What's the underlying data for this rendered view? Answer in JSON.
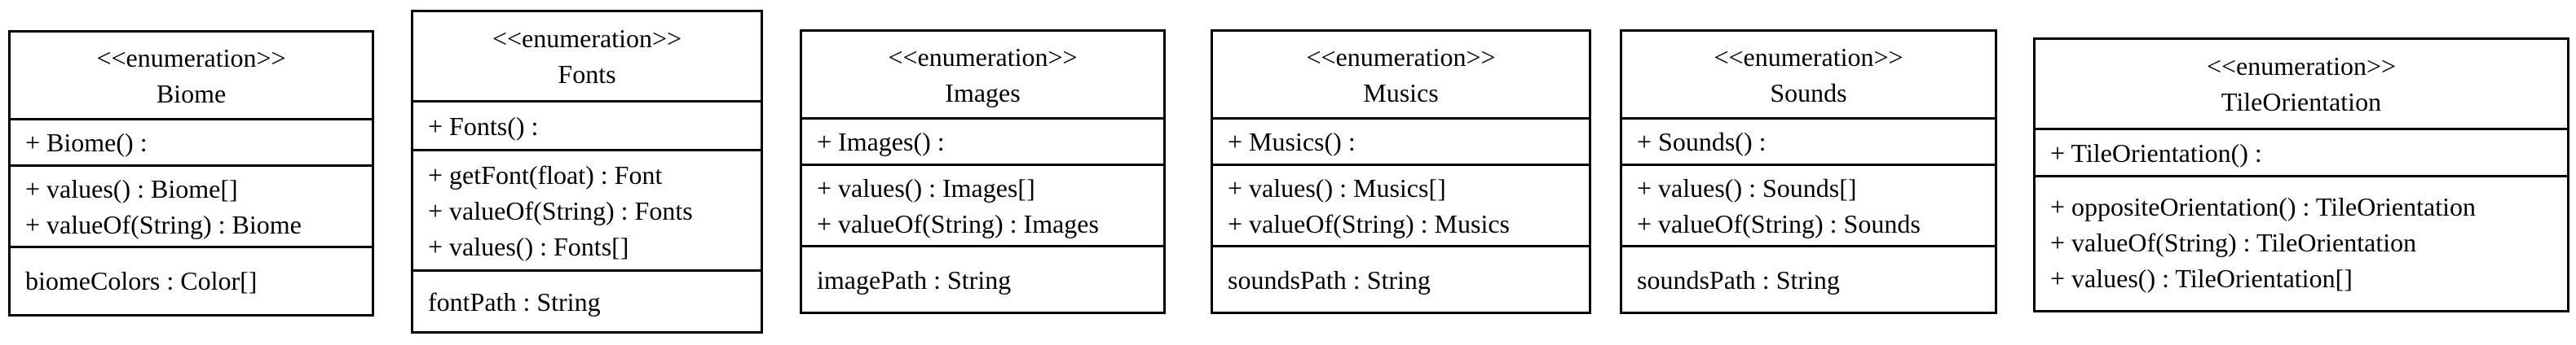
{
  "classes": [
    {
      "id": "biome",
      "stereotype": "<<enumeration>>",
      "name": "Biome",
      "sections": [
        [
          "+ Biome() :"
        ],
        [
          "+ values() : Biome[]",
          "+ valueOf(String) : Biome"
        ],
        [
          "biomeColors : Color[]"
        ]
      ]
    },
    {
      "id": "fonts",
      "stereotype": "<<enumeration>>",
      "name": "Fonts",
      "sections": [
        [
          "+ Fonts() :"
        ],
        [
          "+ getFont(float) : Font",
          "+ valueOf(String) : Fonts",
          "+ values() : Fonts[]"
        ],
        [
          "fontPath : String"
        ]
      ]
    },
    {
      "id": "images",
      "stereotype": "<<enumeration>>",
      "name": "Images",
      "sections": [
        [
          "+ Images() :"
        ],
        [
          "+ values() : Images[]",
          "+ valueOf(String) : Images"
        ],
        [
          "imagePath : String"
        ]
      ]
    },
    {
      "id": "musics",
      "stereotype": "<<enumeration>>",
      "name": "Musics",
      "sections": [
        [
          "+ Musics() :"
        ],
        [
          "+ values() : Musics[]",
          "+ valueOf(String) : Musics"
        ],
        [
          "soundsPath : String"
        ]
      ]
    },
    {
      "id": "sounds",
      "stereotype": "<<enumeration>>",
      "name": "Sounds",
      "sections": [
        [
          "+ Sounds() :"
        ],
        [
          "+ values() : Sounds[]",
          "+ valueOf(String) : Sounds"
        ],
        [
          "soundsPath : String"
        ]
      ]
    },
    {
      "id": "tile-orientation",
      "stereotype": "<<enumeration>>",
      "name": "TileOrientation",
      "sections": [
        [
          "+ TileOrientation() :"
        ],
        [
          "+ oppositeOrientation() : TileOrientation",
          "+ valueOf(String) : TileOrientation",
          "+ values() : TileOrientation[]"
        ]
      ]
    }
  ]
}
